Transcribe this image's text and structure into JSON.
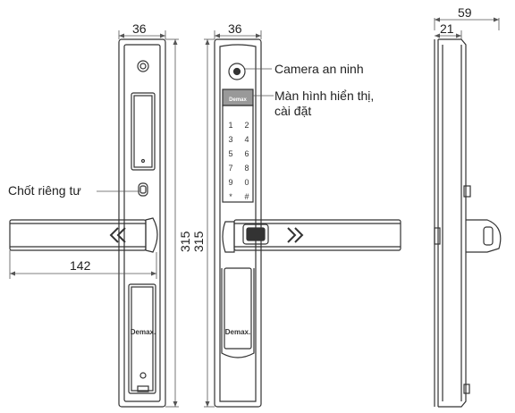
{
  "dimensions": {
    "front_width": "36",
    "back_width": "36",
    "side_total_depth": "59",
    "side_body_depth": "21",
    "height_front": "315",
    "height_back": "315",
    "handle_length": "142"
  },
  "callouts": {
    "camera": "Camera an ninh",
    "screen_line1": "Màn hình hiển thị,",
    "screen_line2": "cài đặt",
    "privacy_latch": "Chốt riêng tư"
  },
  "brand": {
    "logo_front": "Demax.",
    "logo_back_upper": "Demax",
    "logo_back_lower": "Demax."
  },
  "keypad": {
    "keys": [
      "1",
      "2",
      "3",
      "4",
      "5",
      "6",
      "7",
      "8",
      "9",
      "0",
      "*",
      "#"
    ]
  },
  "colors": {
    "line": "#333333",
    "dim_line": "#555555",
    "text": "#222222",
    "screen": "#888888"
  }
}
